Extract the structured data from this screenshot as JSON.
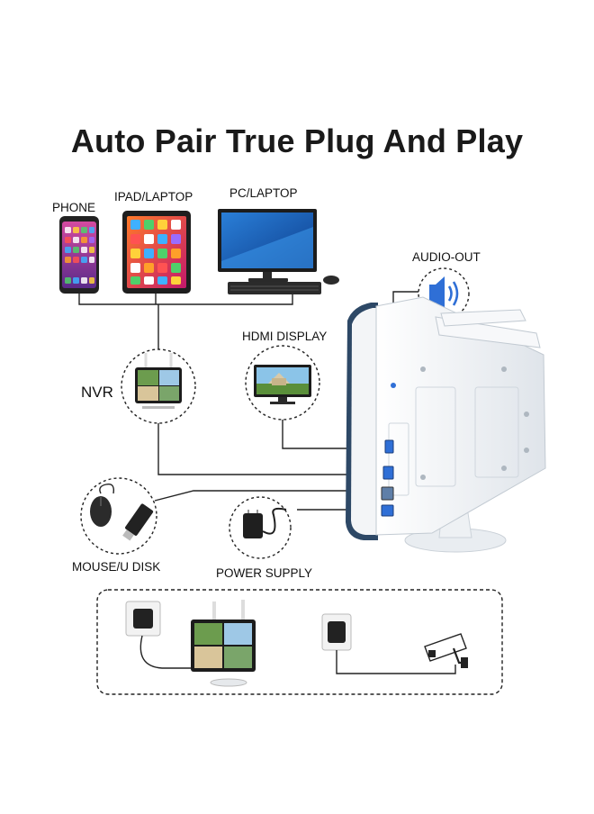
{
  "title": "Auto Pair True Plug And Play",
  "labels": {
    "phone": "PHONE",
    "ipad_laptop": "IPAD/LAPTOP",
    "pc_laptop": "PC/LAPTOP",
    "audio_out": "AUDIO-OUT",
    "hdmi_display": "HDMI DISPLAY",
    "nvr": "NVR",
    "mouse_u_disk": "MOUSE/U DISK",
    "power_supply": "POWER SUPPLY"
  },
  "icons": {
    "phone": "smartphone-icon",
    "tablet": "tablet-icon",
    "pc": "desktop-computer-icon",
    "speaker": "speaker-icon",
    "hdmi": "hdmi-monitor-icon",
    "nvr": "nvr-monitor-icon",
    "mouse": "mouse-icon",
    "usb": "usb-disk-icon",
    "power": "power-adapter-icon",
    "outlet": "wall-outlet-icon",
    "camera": "cctv-camera-icon"
  },
  "colors": {
    "accent_blue": "#2f6fd6",
    "line": "#222222",
    "device_white": "#f4f6f8"
  }
}
